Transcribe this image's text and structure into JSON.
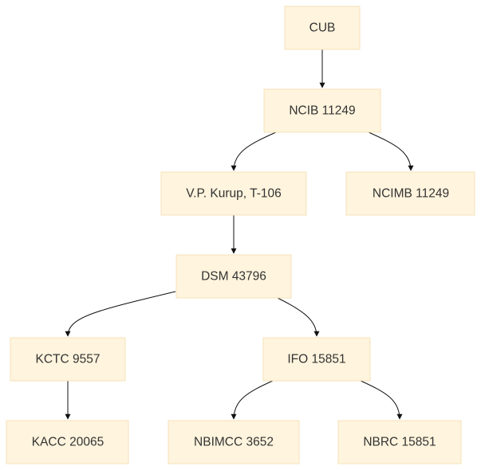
{
  "diagram": {
    "nodes": [
      {
        "id": "cub",
        "label": "CUB"
      },
      {
        "id": "ncib",
        "label": "NCIB 11249"
      },
      {
        "id": "kurup",
        "label": "V.P. Kurup, T-106"
      },
      {
        "id": "ncimb",
        "label": "NCIMB 11249"
      },
      {
        "id": "dsm",
        "label": "DSM 43796"
      },
      {
        "id": "kctc",
        "label": "KCTC 9557"
      },
      {
        "id": "ifo",
        "label": "IFO 15851"
      },
      {
        "id": "kacc",
        "label": "KACC 20065"
      },
      {
        "id": "nbimcc",
        "label": "NBIMCC 3652"
      },
      {
        "id": "nbrc",
        "label": "NBRC 15851"
      }
    ],
    "edges": [
      {
        "from": "cub",
        "to": "ncib"
      },
      {
        "from": "ncib",
        "to": "kurup"
      },
      {
        "from": "ncib",
        "to": "ncimb"
      },
      {
        "from": "kurup",
        "to": "dsm"
      },
      {
        "from": "dsm",
        "to": "kctc"
      },
      {
        "from": "dsm",
        "to": "ifo"
      },
      {
        "from": "kctc",
        "to": "kacc"
      },
      {
        "from": "ifo",
        "to": "nbimcc"
      },
      {
        "from": "ifo",
        "to": "nbrc"
      }
    ]
  }
}
